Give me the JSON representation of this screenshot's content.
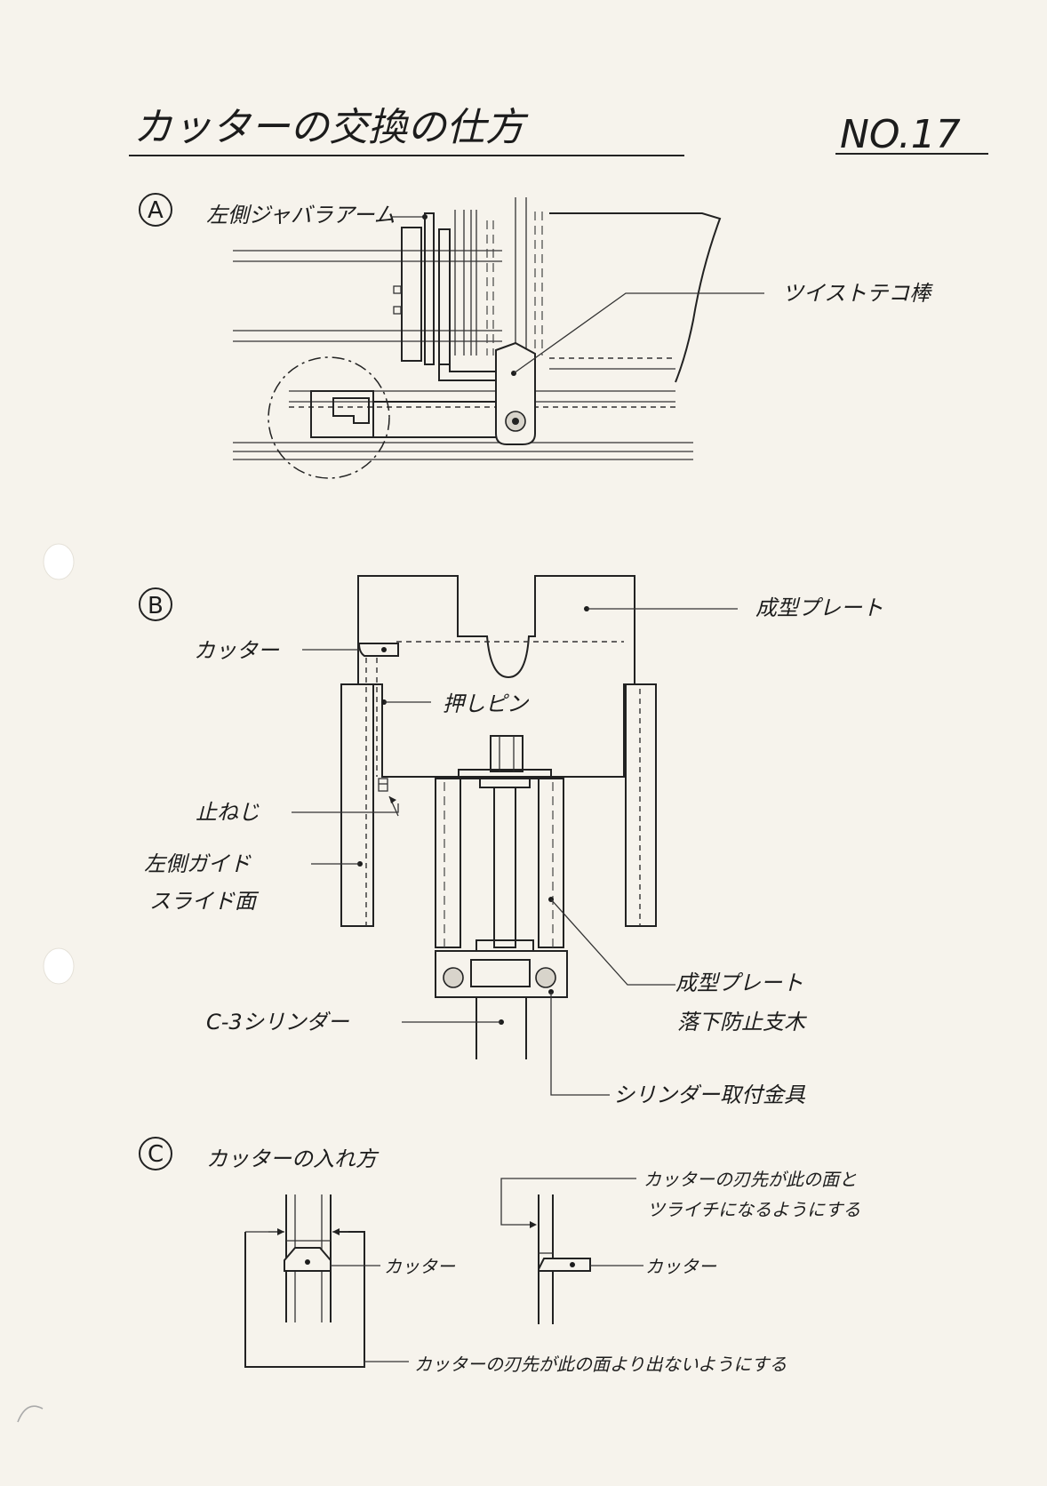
{
  "header": {
    "title": "カッターの交換の仕方",
    "page_no": "NO.17"
  },
  "section_a": {
    "marker": "A",
    "labels": {
      "left_arm": "左側ジャバラアーム",
      "twist_bar": "ツイストテコ棒"
    }
  },
  "section_b": {
    "marker": "B",
    "labels": {
      "forming_plate": "成型プレート",
      "cutter": "カッター",
      "push_pin": "押しピン",
      "set_screw": "止ねじ",
      "left_guide_line1": "左側ガイド",
      "left_guide_line2": "スライド面",
      "drop_support_line1": "成型プレート",
      "drop_support_line2": "落下防止支木",
      "c3_cylinder": "C-3シリンダー",
      "cylinder_bracket": "シリンダー取付金具"
    }
  },
  "section_c": {
    "marker": "C",
    "heading": "カッターの入れ方",
    "labels": {
      "cutter_left": "カッター",
      "cutter_right": "カッター",
      "flush_line1": "カッターの刃先が此の面と",
      "flush_line2": "ツライチになるようにする",
      "not_protrude": "カッターの刃先が此の面より出ないようにする"
    }
  }
}
